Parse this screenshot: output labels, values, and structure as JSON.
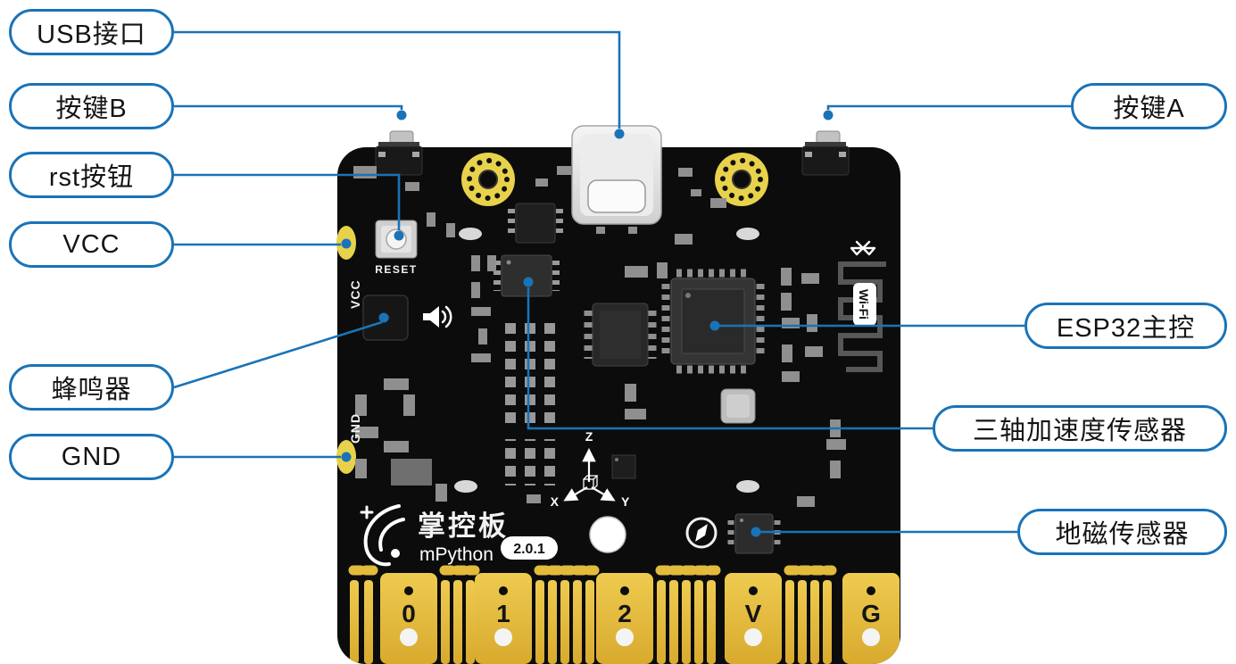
{
  "labels": {
    "left": [
      {
        "id": "usb-port",
        "text": "USB接口"
      },
      {
        "id": "button-b",
        "text": "按键B"
      },
      {
        "id": "rst-button",
        "text": "rst按钮"
      },
      {
        "id": "vcc",
        "text": "VCC"
      },
      {
        "id": "buzzer",
        "text": "蜂鸣器"
      },
      {
        "id": "gnd",
        "text": "GND"
      }
    ],
    "right": [
      {
        "id": "button-a",
        "text": "按键A"
      },
      {
        "id": "esp32",
        "text": "ESP32主控"
      },
      {
        "id": "accelerometer",
        "text": "三轴加速度传感器"
      },
      {
        "id": "magnetometer",
        "text": "地磁传感器"
      }
    ]
  },
  "board": {
    "reset_label": "RESET",
    "vcc_pad_label": "VCC",
    "gnd_pad_label": "GND",
    "brand": "掌控板",
    "brand_sub": "mPython",
    "version": "2.0.1",
    "wifi_label": "Wi-Fi",
    "axis": {
      "x": "X",
      "y": "Y",
      "z": "Z"
    },
    "pins": [
      "0",
      "1",
      "2",
      "V",
      "G"
    ]
  },
  "colors": {
    "callout_blue": "#1a73b7",
    "board_black": "#0c0c0c",
    "pad_gold": "#e7c243",
    "hole_yellow": "#e8d24b"
  }
}
